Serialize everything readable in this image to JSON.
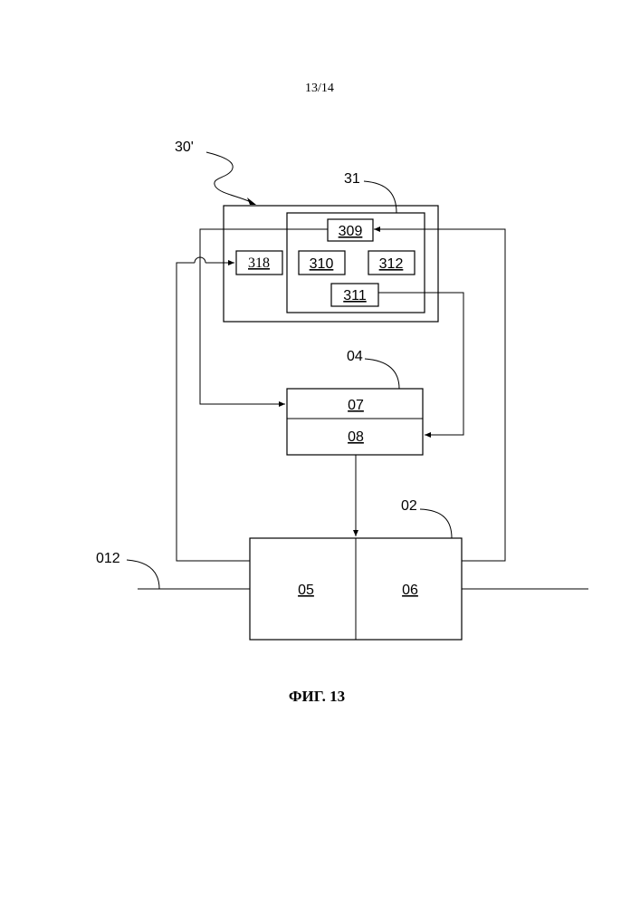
{
  "page_number": "13/14",
  "figure_caption": "ФИГ. 13",
  "labels": {
    "ref_30": "30'",
    "ref_31": "31",
    "ref_04": "04",
    "ref_02": "02",
    "ref_012": "012"
  },
  "boxes": {
    "b309": "309",
    "b310": "310",
    "b312": "312",
    "b311": "311",
    "b318": "318",
    "b07": "07",
    "b08": "08",
    "b05": "05",
    "b06": "06"
  }
}
